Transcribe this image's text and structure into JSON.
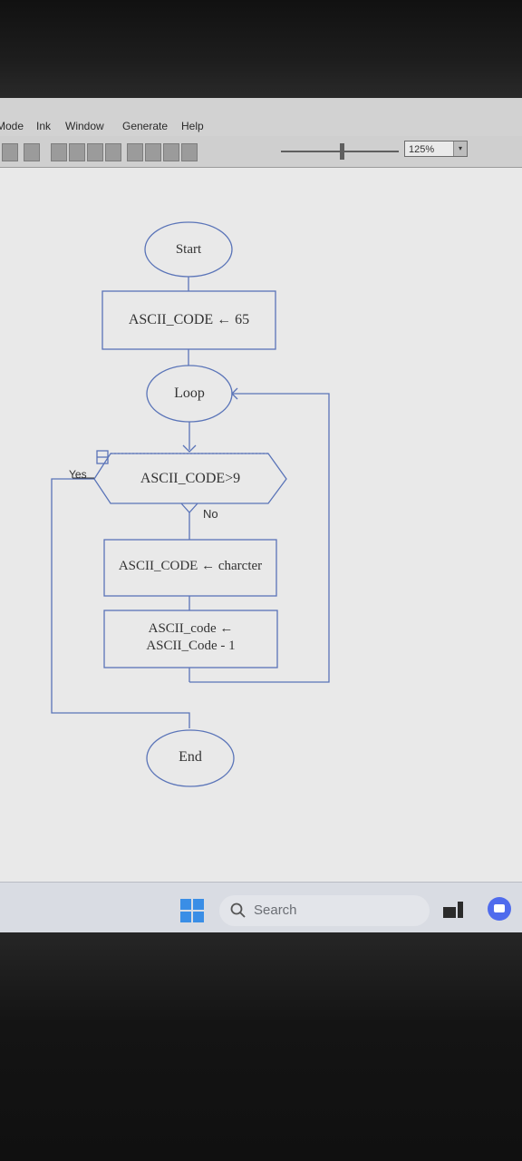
{
  "menu": {
    "items": [
      "Mode",
      "Ink",
      "Window",
      "Generate",
      "Help"
    ]
  },
  "toolbar": {
    "zoom": "125%",
    "zoom_arrow": "▾"
  },
  "flowchart": {
    "start": "Start",
    "assign1": "ASCII_CODE ← 65",
    "loop": "Loop",
    "decision": "ASCII_CODE>9",
    "yes": "Yes",
    "no": "No",
    "assign2": "ASCII_CODE ← charcter",
    "assign3_line1": "ASCII_code ←",
    "assign3_line2": "ASCII_Code - 1",
    "end": "End"
  },
  "taskbar": {
    "search_placeholder": "Search"
  },
  "colors": {
    "shape_border": "#5a74b8",
    "canvas": "#e9e9e9"
  }
}
